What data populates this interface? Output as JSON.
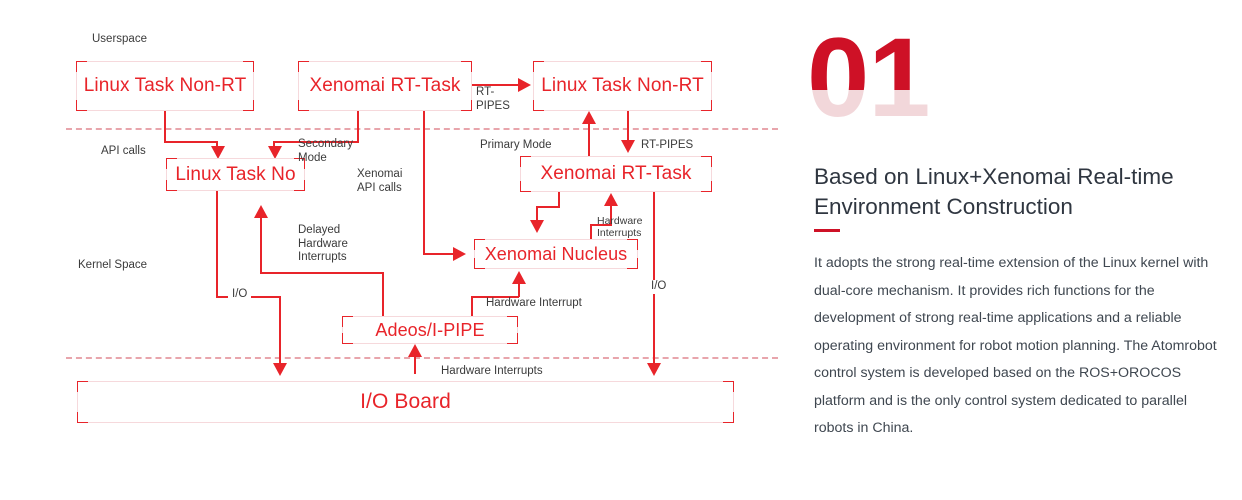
{
  "diagram": {
    "title": "Linux + Xenomai dual-kernel architecture",
    "layer_labels": [
      {
        "id": "userspace",
        "text": "Userspace"
      },
      {
        "id": "kernel-space",
        "text": "Kernel Space"
      }
    ],
    "nodes": [
      {
        "id": "linux-task-non-rt-user",
        "label": "Linux Task Non-RT"
      },
      {
        "id": "xenomai-rt-task-user",
        "label": "Xenomai RT-Task"
      },
      {
        "id": "linux-task-non-rt-user-2",
        "label": "Linux Task Non-RT"
      },
      {
        "id": "linux-task-no",
        "label": "Linux Task No"
      },
      {
        "id": "xenomai-rt-task-kernel",
        "label": "Xenomai RT-Task"
      },
      {
        "id": "xenomai-nucleus",
        "label": "Xenomai Nucleus"
      },
      {
        "id": "adeos-ipipe",
        "label": "Adeos/I-PIPE"
      },
      {
        "id": "io-board",
        "label": "I/O Board"
      }
    ],
    "edge_labels": [
      {
        "id": "rt-pipes-top",
        "text": "RT-\nPIPES"
      },
      {
        "id": "api-calls",
        "text": "API calls"
      },
      {
        "id": "secondary-mode",
        "text": "Secondary\nMode"
      },
      {
        "id": "primary-mode",
        "text": "Primary Mode"
      },
      {
        "id": "rt-pipes-right",
        "text": "RT-PIPES"
      },
      {
        "id": "xenomai-api-calls",
        "text": "Xenomai\nAPI calls"
      },
      {
        "id": "delayed-hardware-interrupts",
        "text": "Delayed\nHardware\nInterrupts"
      },
      {
        "id": "hardware-interrupts-small",
        "text": "Hardware\nInterrupts"
      },
      {
        "id": "hardware-interrupt",
        "text": "Hardware Interrupt"
      },
      {
        "id": "hardware-interrupts-bottom",
        "text": "Hardware Interrupts"
      },
      {
        "id": "io-left",
        "text": "I/O"
      },
      {
        "id": "io-right",
        "text": "I/O"
      }
    ],
    "colors": {
      "accent": "#e8242a",
      "node_border": "#f6d9dc",
      "separator": "#e8a5ac",
      "label_text": "#3b3b3b"
    }
  },
  "panel": {
    "number": "01",
    "headline": "Based on Linux+Xenomai Real-time Environment Construction",
    "body": "It adopts the strong real-time extension of the Linux kernel with dual-core mechanism. It provides rich functions for the development of strong real-time applications and a reliable operating environment for robot motion planning. The Atomrobot control system is developed based on the ROS+OROCOS platform and is the only control system dedicated to parallel robots in China.",
    "colors": {
      "number_top": "#CE1126",
      "number_bottom": "#F2D7DA",
      "rule": "#CE1126",
      "headline": "#2f3640",
      "body": "#3f4750"
    }
  }
}
